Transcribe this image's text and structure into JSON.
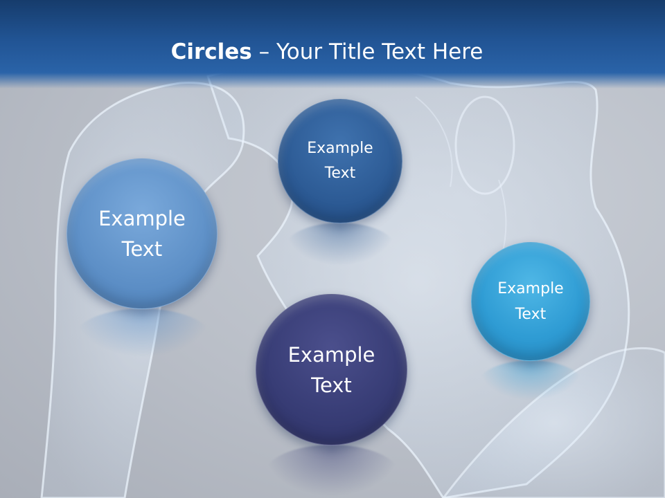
{
  "slide": {
    "title_bold": "Circles",
    "title_rest": " – Your Title Text Here",
    "background_image": "translucent-human-anatomy-figure-holding-head",
    "colors": {
      "title_bar": "#215494",
      "circle_1": "#5f91c8",
      "circle_2": "#2c5a94",
      "circle_3": "#2f9cd4",
      "circle_4": "#383d76"
    }
  },
  "circles": [
    {
      "line1": "Example",
      "line2": "Text"
    },
    {
      "line1": "Example",
      "line2": "Text"
    },
    {
      "line1": "Example",
      "line2": "Text"
    },
    {
      "line1": "Example",
      "line2": "Text"
    }
  ]
}
